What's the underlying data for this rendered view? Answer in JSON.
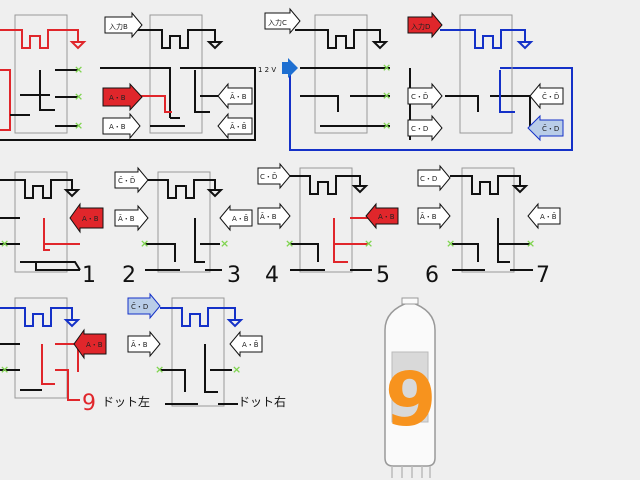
{
  "inputs": {
    "b": "入力B",
    "c": "入力C",
    "d": "入力D"
  },
  "voltage": "1 2 V",
  "signals": {
    "a_dot_b": "A・B",
    "nota_b": "Ā・B",
    "a_notb": "A・B̄",
    "nota_notb": "Ā・B̄",
    "c_dot_d": "C・D",
    "notc_d": "C̄・D",
    "c_notd": "C・D̄",
    "notc_notd": "C̄・D̄"
  },
  "digits": [
    "1",
    "2",
    "3",
    "4",
    "5",
    "6",
    "7",
    "9"
  ],
  "dot_labels": {
    "left": "ドット左",
    "right": "ドット右"
  },
  "display_digit": "9",
  "colors": {
    "red": "#e0262b",
    "blue": "#1431c8",
    "green": "#7fd44f",
    "orange": "#f7931e",
    "light_blue": "#b9cde8",
    "line": "#111111"
  }
}
